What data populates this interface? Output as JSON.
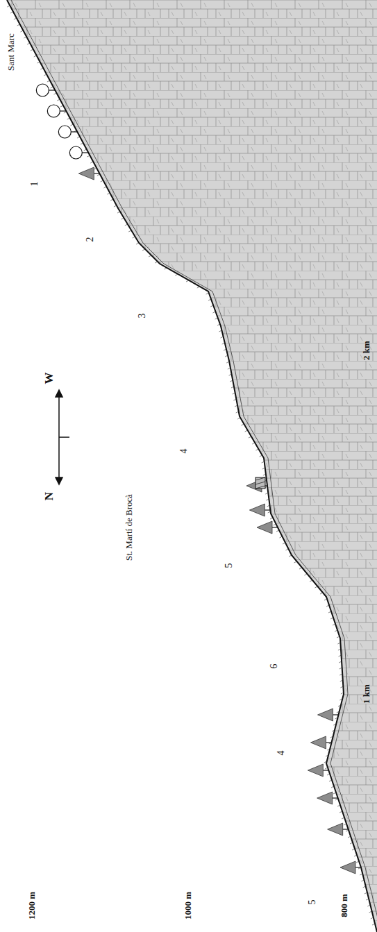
{
  "diagram": {
    "labels": [
      "Sant Marc",
      "N",
      "W",
      "St. Martí de Brocà",
      "1",
      "2",
      "3",
      "4",
      "5",
      "6",
      "4",
      "5",
      "1200 m",
      "1000 m",
      "800 m",
      "2 km",
      "1 km"
    ]
  }
}
